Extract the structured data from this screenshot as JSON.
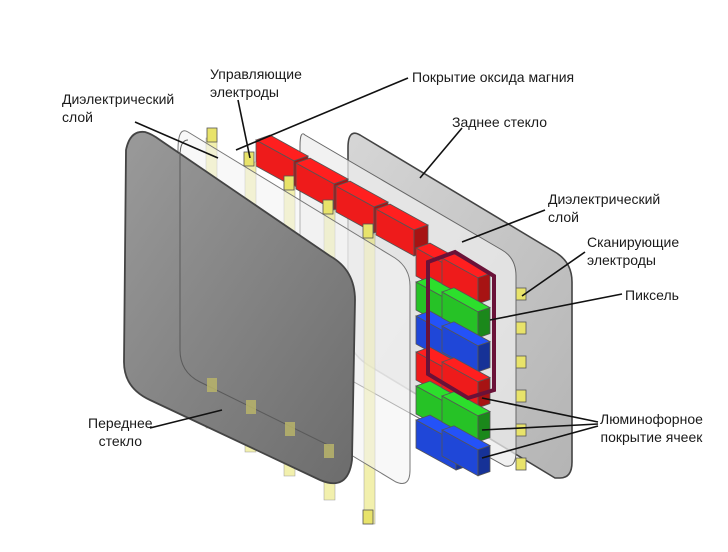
{
  "labels": {
    "dielectric_front": [
      "Диэлектрический",
      "слой"
    ],
    "control_electrodes": [
      "Управляющие",
      "электроды"
    ],
    "mgo_coating": "Покрытие оксида магния",
    "rear_glass": "Заднее стекло",
    "dielectric_rear": [
      "Диэлектрический",
      "слой"
    ],
    "scan_electrodes": [
      "Сканирующие",
      "электроды"
    ],
    "pixel": "Пиксель",
    "phosphor": [
      "Люминофорное",
      "покрытие ячеек"
    ],
    "front_glass": [
      "Переднее",
      "стекло"
    ]
  },
  "colors": {
    "front_glass": "#7e7e7e",
    "rear_glass": "#c4c4c4",
    "electrode": "#e8e36a",
    "red": "#ee1b1b",
    "green": "#26c226",
    "blue": "#1f47d8",
    "pixel_outline": "#6a1238"
  }
}
